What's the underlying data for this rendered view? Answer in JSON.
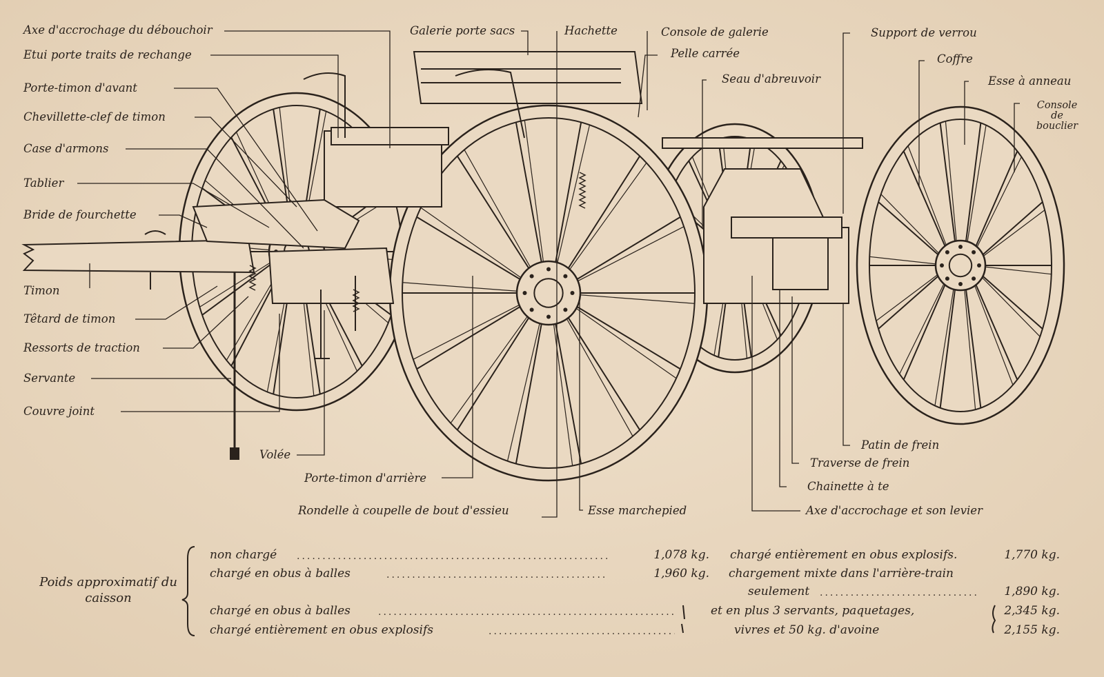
{
  "labels": {
    "left": [
      "Axe d'accrochage du débouchoir",
      "Etui porte traits de rechange",
      "Porte-timon d'avant",
      "Chevillette-clef de timon",
      "Case d'armons",
      "Tablier",
      "Bride de fourchette",
      "Timon",
      "Têtard de timon",
      "Ressorts de traction",
      "Servante",
      "Couvre joint"
    ],
    "top": [
      "Galerie porte sacs",
      "Hachette",
      "Console de galerie",
      "Pelle carrée",
      "Seau d'abreuvoir",
      "Support de verrou",
      "Coffre",
      "Esse à anneau",
      "Console de bouclier"
    ],
    "bottom": [
      "Volée",
      "Porte-timon d'arrière",
      "Rondelle à coupelle de bout d'essieu",
      "Esse marchepied",
      "Patin de frein",
      "Traverse de frein",
      "Chainette à te",
      "Axe d'accrochage et son levier"
    ]
  },
  "weights": {
    "heading": "Poids approximatif du caisson",
    "left_rows": [
      {
        "label": "non chargé",
        "value": "1,078 kg."
      },
      {
        "label": "chargé en obus à balles",
        "value": "1,960 kg."
      }
    ],
    "left_rows_grouped": [
      {
        "label": "chargé en obus à balles"
      },
      {
        "label": "chargé entièrement en obus explosifs"
      }
    ],
    "right_rows": [
      {
        "label": "chargé entièrement en obus explosifs.",
        "value": "1,770 kg."
      },
      {
        "label": "chargement mixte dans l'arrière-train",
        "value": ""
      },
      {
        "label": "seulement",
        "value": "1,890 kg."
      }
    ],
    "extra_note": [
      "et en plus 3 servants, paquetages,",
      "vivres et 50 kg. d'avoine"
    ],
    "grouped_values": [
      "2,345 kg.",
      "2,155 kg."
    ]
  },
  "colors": {
    "paper": "#ead9c2",
    "ink": "#2a221c"
  }
}
